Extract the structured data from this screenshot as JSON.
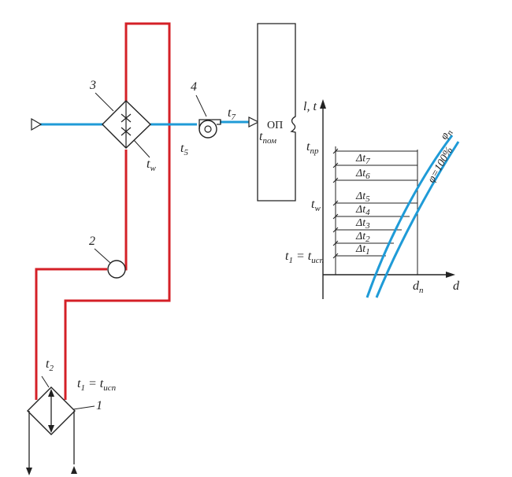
{
  "colors": {
    "hot_pipe": "#d42027",
    "cold_pipe": "#1f9bd7",
    "line": "#222222"
  },
  "components": {
    "n1": "1",
    "n2": "2",
    "n3": "3",
    "n4": "4",
    "room_label": "ОП",
    "t_room": "t",
    "t_room_sub": "пом",
    "t7": "t",
    "t7_sub": "7",
    "t5": "t",
    "t5_sub": "5",
    "tw": "t",
    "tw_sub": "w",
    "t2": "t",
    "t2_sub": "2",
    "t1": "t",
    "t1_sub": "1",
    "t1_eq": " = t",
    "t1_eq_sub": "исп"
  },
  "chart": {
    "y_axis_label": "l, t",
    "x_axis_label": "d",
    "dn_label": "d",
    "dn_sub": "п",
    "t_pr": "t",
    "t_pr_sub": "пр",
    "t_w": "t",
    "t_w_sub": "w",
    "t1_left": "t",
    "t1_left_sub": "1",
    "t1_left_eq": " = t",
    "t1_left_eq_sub": "исп",
    "curve_phi": "φ",
    "curve_phi_sub": "п",
    "curve_phi100": "φ=100%",
    "deltas": [
      {
        "main": "Δt",
        "sub": "7"
      },
      {
        "main": "Δt",
        "sub": "6"
      },
      {
        "main": "Δt",
        "sub": "5"
      },
      {
        "main": "Δt",
        "sub": "4"
      },
      {
        "main": "Δt",
        "sub": "3"
      },
      {
        "main": "Δt",
        "sub": "2"
      },
      {
        "main": "Δt",
        "sub": "1"
      }
    ]
  }
}
